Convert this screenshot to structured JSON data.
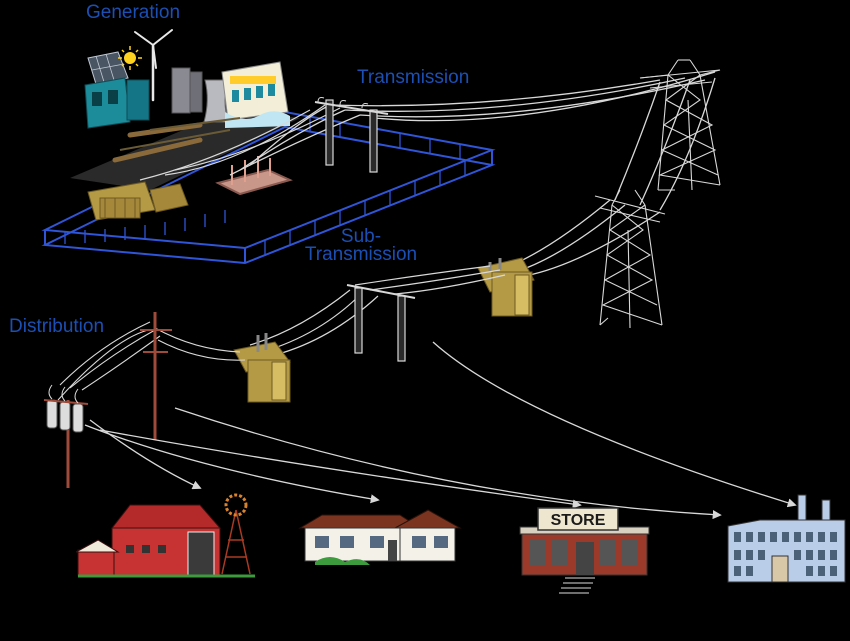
{
  "labels": {
    "generation": "Generation",
    "transmission": "Transmission",
    "sub_transmission_line1": "Sub-",
    "sub_transmission_line2": "Transmission",
    "distribution": "Distribution"
  },
  "store_sign": "STORE",
  "colors": {
    "background": "#000000",
    "label_blue": "#1b4fb3",
    "wire": "#d8d8d8",
    "grid_blue": "#2f55d8",
    "transformer": "#b59a45",
    "barn_red": "#b42a2a",
    "store_red": "#9b3a2a",
    "factory_blue": "#b9cde8"
  }
}
